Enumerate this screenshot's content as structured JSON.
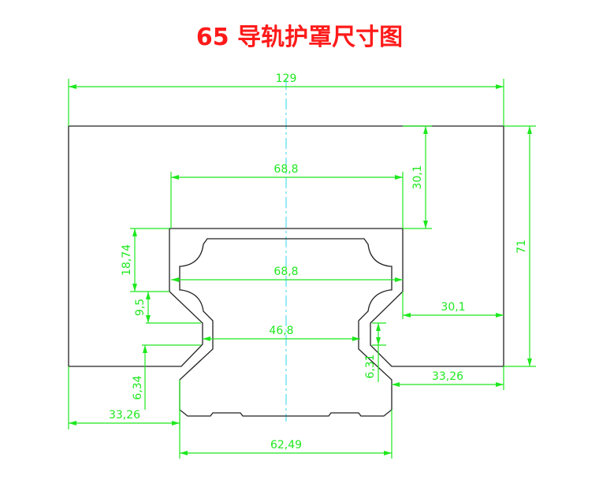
{
  "title": "65 导轨护罩尺寸图",
  "colors": {
    "title": "#ff1a1a",
    "dimension": "#1ee81e",
    "outline": "#222222",
    "centerline": "#2fd8e8"
  },
  "dimensions": {
    "overall_width": "129",
    "top_slot_width": "68,8",
    "slot_depth": "30,1",
    "overall_height": "71",
    "left_height": "18,74",
    "mid_width": "68,8",
    "chamfer_height": "9,5",
    "neck_width": "46,8",
    "left_lower_height": "6,34",
    "left_flange": "33,26",
    "right_lower_height": "6,31",
    "right_step": "30,1",
    "right_flange": "33,26",
    "base_width": "62,49"
  }
}
